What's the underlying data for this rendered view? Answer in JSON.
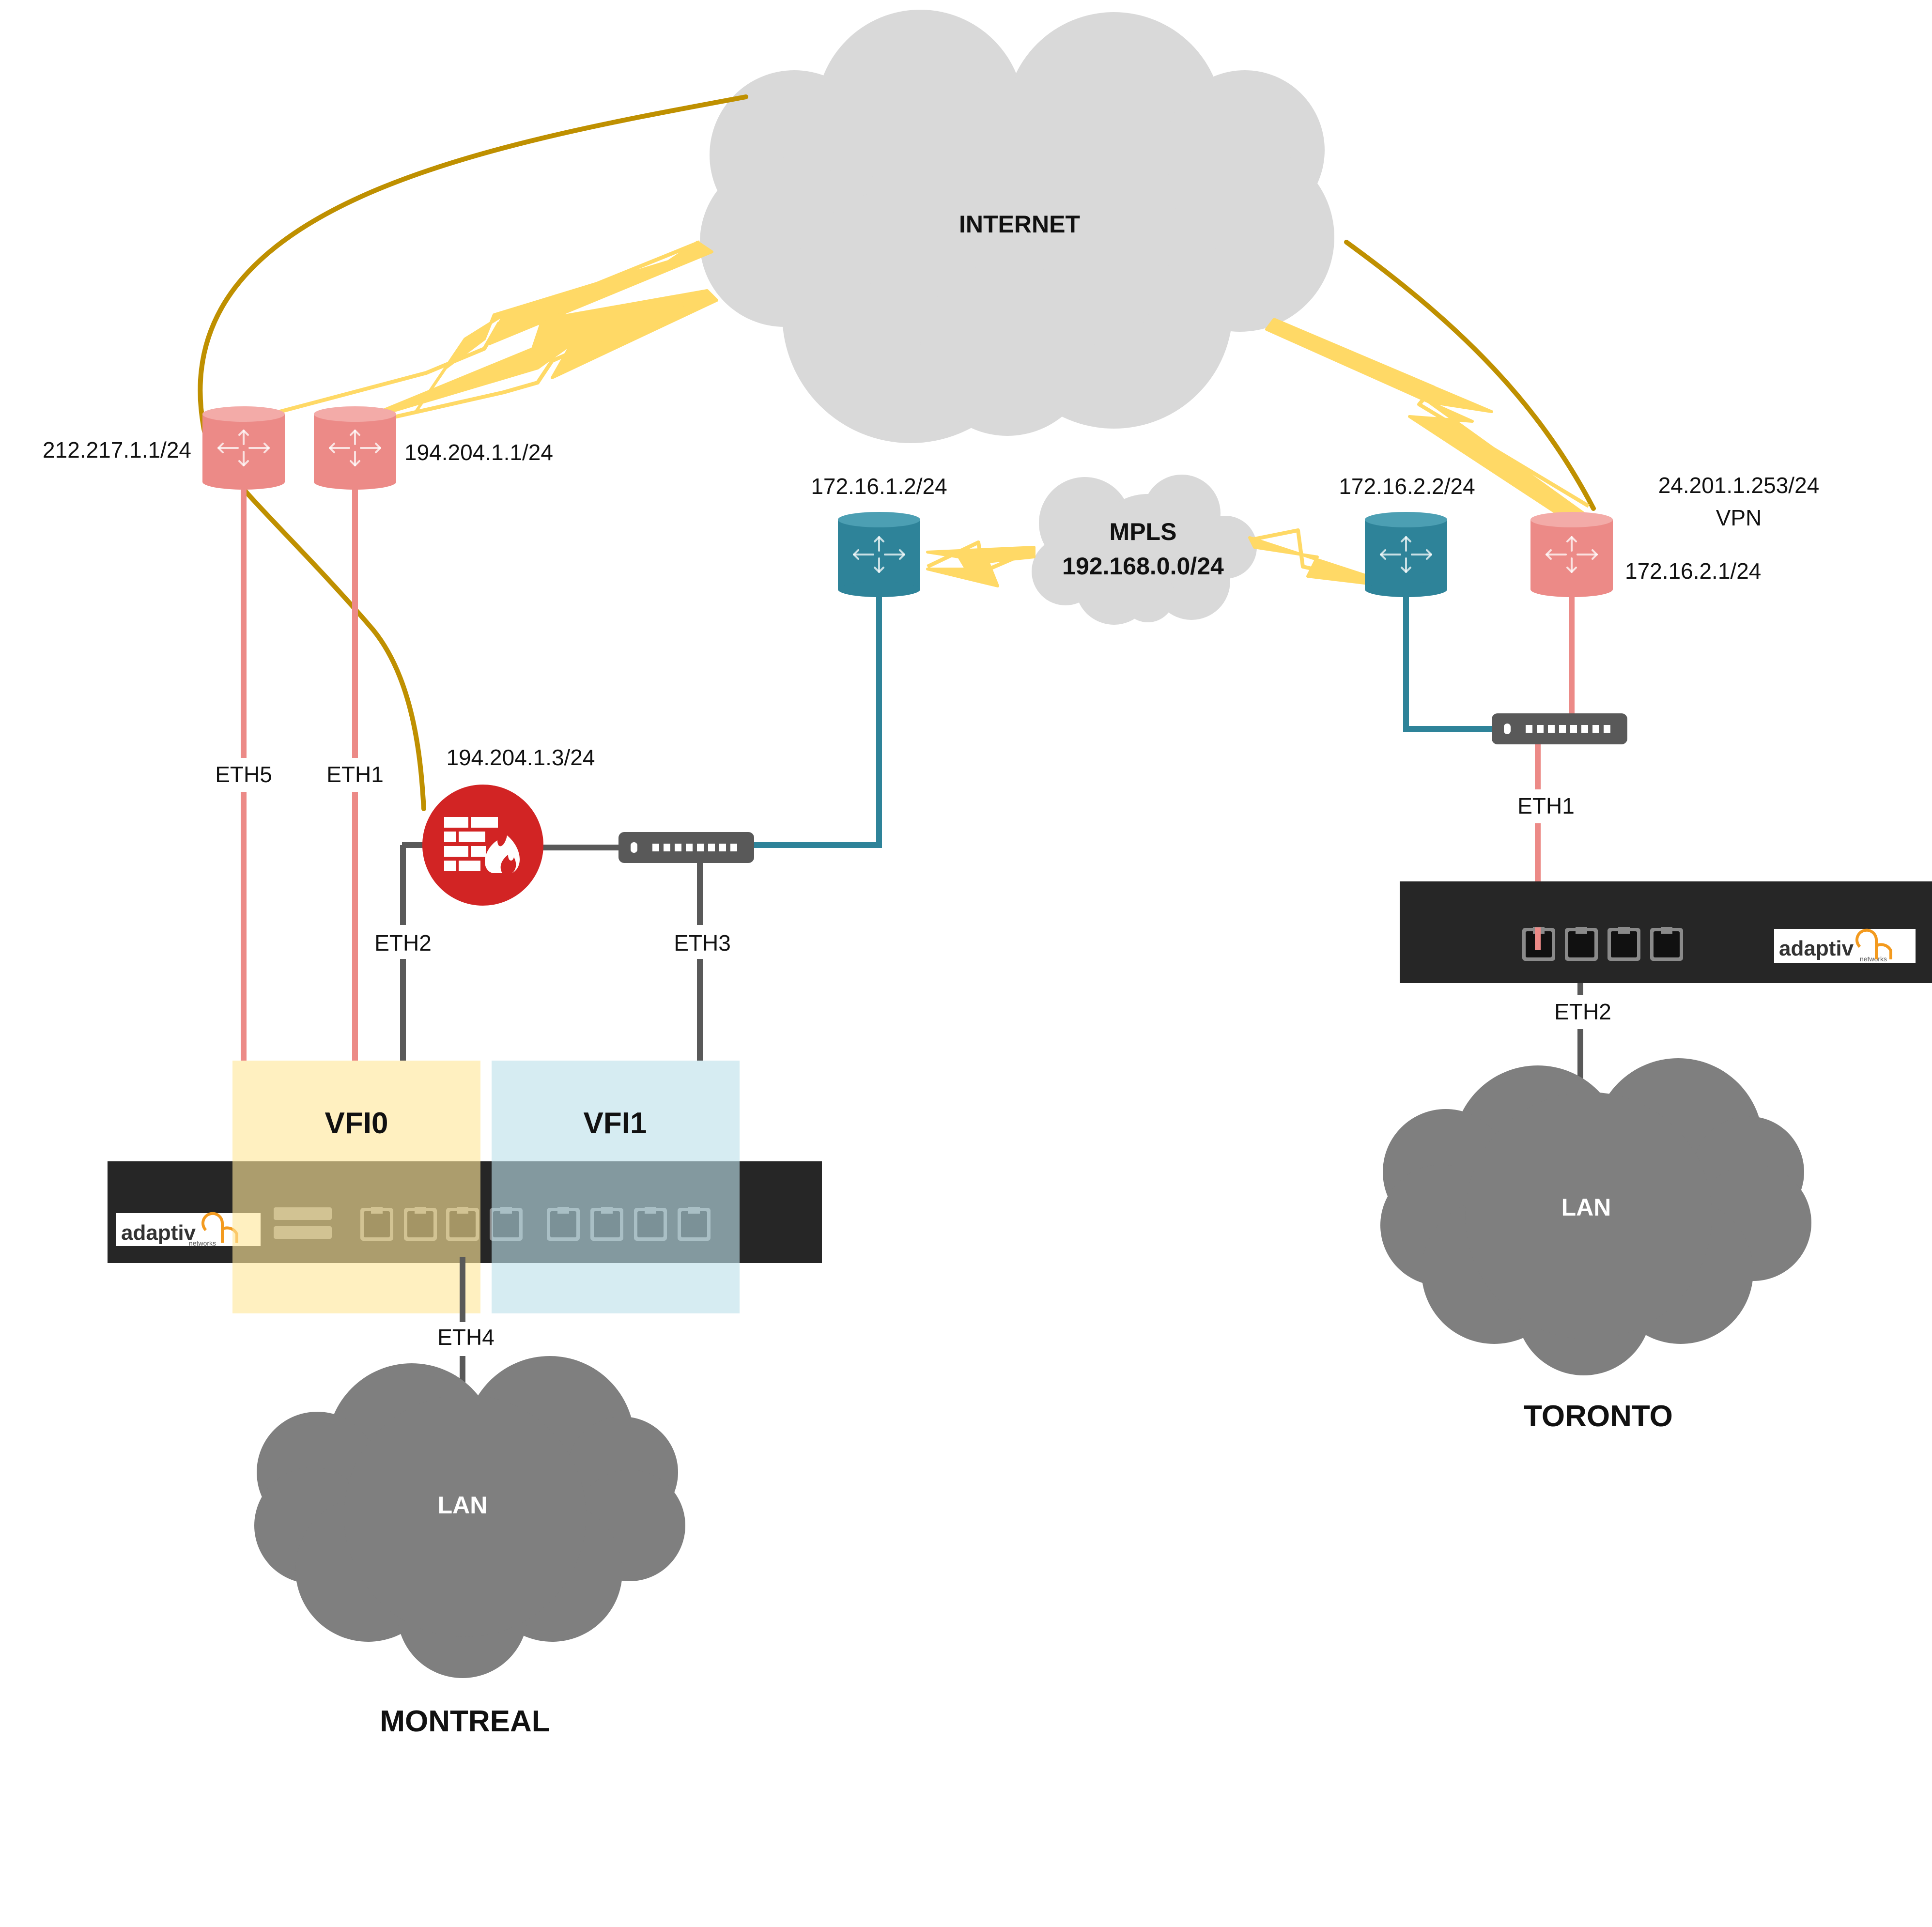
{
  "colors": {
    "internet_router": "#EC8A87",
    "mpls_router": "#2E8399",
    "firewall": "#D22424",
    "internet_cloud": "#D9D9D9",
    "lan_cloud": "#7F7F7F",
    "vpn_tunnel": "#BF9000",
    "wan_link": "#FFD966",
    "vfi0_zone": "#FFE699",
    "vfi1_zone": "#BDE0EA",
    "appliance": "#262626",
    "switch": "#595959",
    "logo_accent": "#F39A1E"
  },
  "clouds": {
    "internet": "INTERNET",
    "mpls_line1": "MPLS",
    "mpls_line2": "192.168.0.0/24",
    "lan_montreal": "LAN",
    "lan_toronto": "LAN"
  },
  "routers": {
    "r1_ip": "212.217.1.1/24",
    "r2_ip": "194.204.1.1/24",
    "mpls_montreal_ip": "172.16.1.2/24",
    "mpls_toronto_ip": "172.16.2.2/24",
    "toronto_wan_ip": "24.201.1.253/24",
    "toronto_vpn": "VPN",
    "toronto_lan_ip": "172.16.2.1/24"
  },
  "firewall": {
    "ip": "194.204.1.3/24"
  },
  "ports": {
    "eth5": "ETH5",
    "eth1": "ETH1",
    "eth2": "ETH2",
    "eth3": "ETH3",
    "eth4": "ETH4",
    "toronto_eth1": "ETH1",
    "toronto_eth2": "ETH2"
  },
  "zones": {
    "vfi0": "VFI0",
    "vfi1": "VFI1"
  },
  "appliances": {
    "logo_text": "adaptiv",
    "logo_sub": "networks"
  },
  "sites": {
    "montreal": "MONTREAL",
    "toronto": "TORONTO"
  }
}
